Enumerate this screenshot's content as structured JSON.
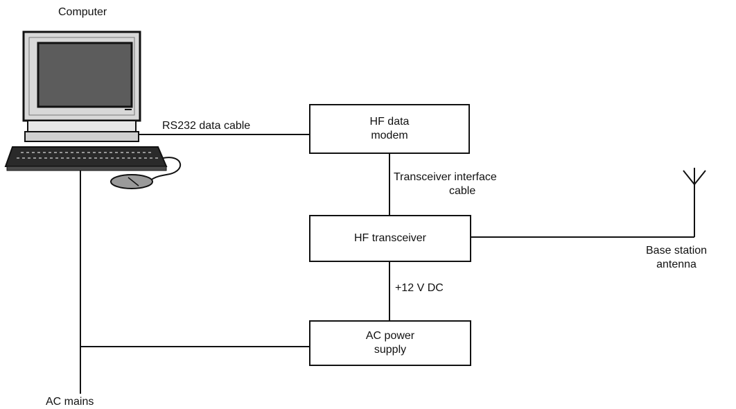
{
  "computer": {
    "label": "Computer"
  },
  "cables": {
    "rs232": "RS232 data cable",
    "transceiver_interface": [
      "Transceiver interface",
      "cable"
    ],
    "dc_supply": "+12 V DC"
  },
  "boxes": {
    "modem": [
      "HF data",
      "modem"
    ],
    "transceiver": [
      "HF transceiver"
    ],
    "power_supply": [
      "AC power",
      "supply"
    ]
  },
  "antenna": {
    "label": [
      "Base station",
      "antenna"
    ]
  },
  "mains": {
    "label": "AC mains"
  },
  "colors": {
    "line": "#111111",
    "monitor_body": "#d8d8d8",
    "screen": "#5c5c5c",
    "keyboard": "#2a2a2a"
  }
}
